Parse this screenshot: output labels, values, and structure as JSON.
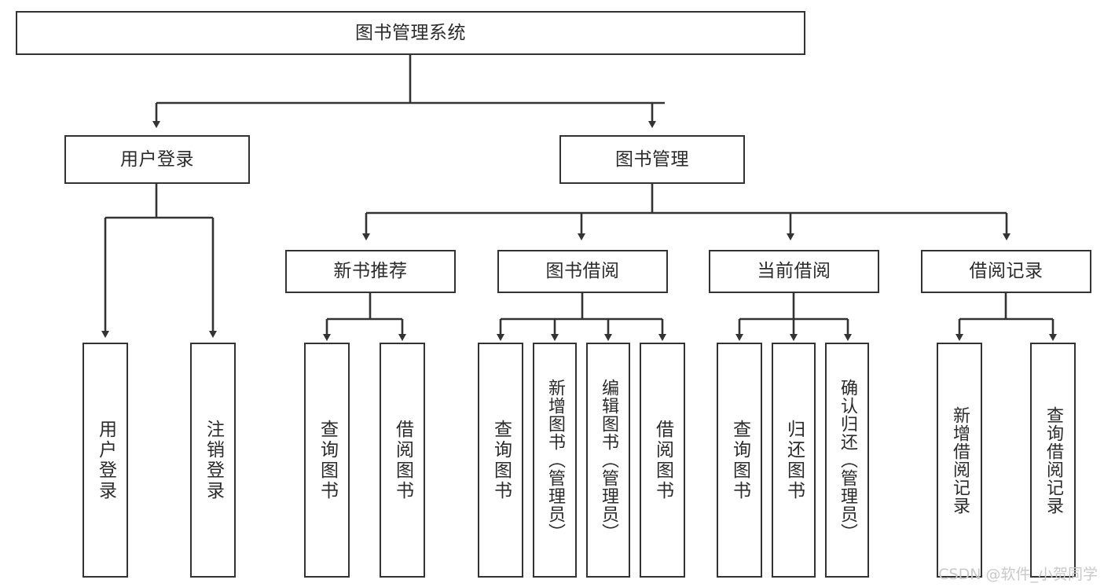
{
  "diagram": {
    "title": "图书管理系统",
    "type": "hierarchy-tree",
    "root": {
      "id": "root",
      "label": "图书管理系统"
    },
    "level2": [
      {
        "id": "user-login",
        "label": "用户登录"
      },
      {
        "id": "book-manage",
        "label": "图书管理"
      }
    ],
    "level3": [
      {
        "id": "new-book-rec",
        "label": "新书推荐",
        "parent": "book-manage"
      },
      {
        "id": "book-borrow",
        "label": "图书借阅",
        "parent": "book-manage"
      },
      {
        "id": "current-borrow",
        "label": "当前借阅",
        "parent": "book-manage"
      },
      {
        "id": "borrow-record",
        "label": "借阅记录",
        "parent": "book-manage"
      }
    ],
    "leaves": [
      {
        "id": "leaf-user-login",
        "label": "用户登录",
        "parent": "user-login"
      },
      {
        "id": "leaf-user-logout",
        "label": "注销登录",
        "parent": "user-login"
      },
      {
        "id": "leaf-query-book-1",
        "label": "查询图书",
        "parent": "new-book-rec"
      },
      {
        "id": "leaf-borrow-book-1",
        "label": "借阅图书",
        "parent": "new-book-rec"
      },
      {
        "id": "leaf-query-book-2",
        "label": "查询图书",
        "parent": "book-borrow"
      },
      {
        "id": "leaf-add-book",
        "label": "新增图书（管理员）",
        "parent": "book-borrow"
      },
      {
        "id": "leaf-edit-book",
        "label": "编辑图书（管理员）",
        "parent": "book-borrow"
      },
      {
        "id": "leaf-borrow-book-2",
        "label": "借阅图书",
        "parent": "book-borrow"
      },
      {
        "id": "leaf-query-book-3",
        "label": "查询图书",
        "parent": "current-borrow"
      },
      {
        "id": "leaf-return-book",
        "label": "归还图书",
        "parent": "current-borrow"
      },
      {
        "id": "leaf-confirm-return",
        "label": "确认归还（管理员）",
        "parent": "current-borrow"
      },
      {
        "id": "leaf-add-record",
        "label": "新增借阅记录",
        "parent": "borrow-record"
      },
      {
        "id": "leaf-query-record",
        "label": "查询借阅记录",
        "parent": "borrow-record"
      }
    ]
  },
  "watermark": {
    "text": "CSDN @软件_小贺同学"
  },
  "colors": {
    "stroke": "#333333",
    "text": "#2b2b2b",
    "background": "#ffffff",
    "watermark": "#c9c9c9"
  }
}
